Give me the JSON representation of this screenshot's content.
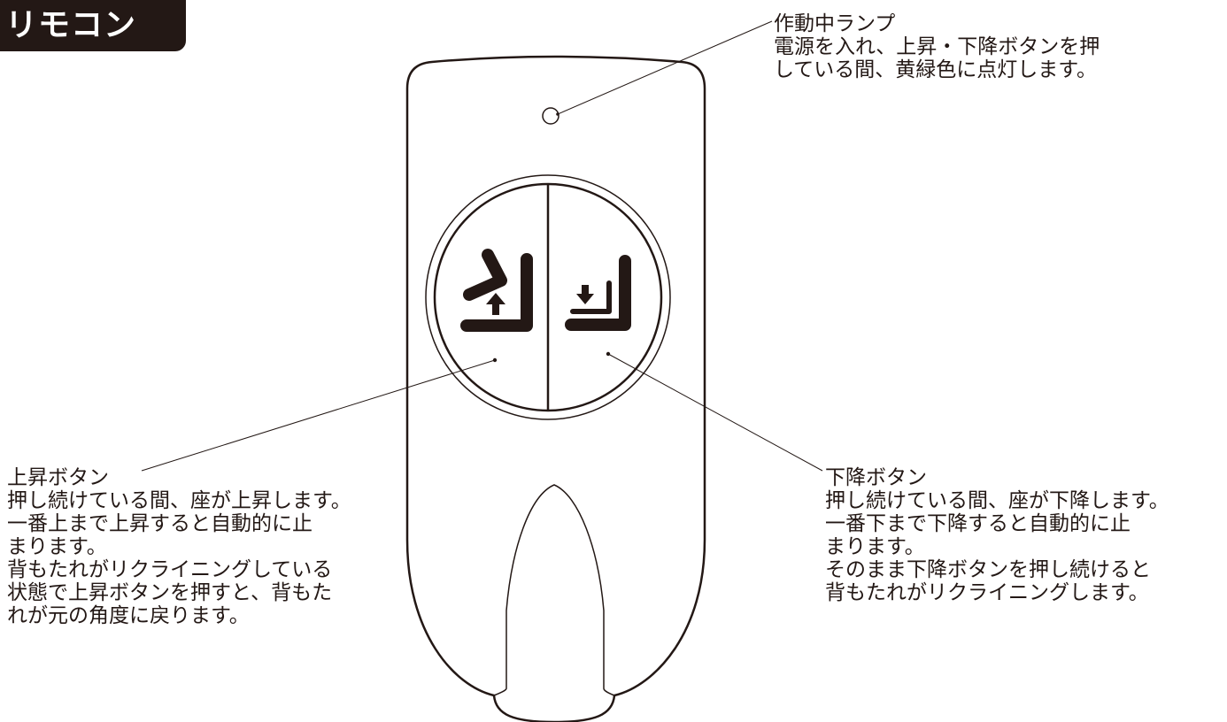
{
  "header": {
    "title": "リモコン",
    "badge_color": "#231815"
  },
  "remote": {
    "body_color": "#ffffff",
    "stroke_color": "#231815",
    "lamp_icon": "indicator-lamp-icon",
    "up_button_icon": "seat-raise-arrow-up-icon",
    "down_button_icon": "seat-lower-arrow-down-icon"
  },
  "callouts": {
    "lamp": {
      "heading": "作動中ランプ",
      "lines": [
        "電源を入れ、上昇・下降ボタンを押",
        "している間、黄緑色に点灯します。"
      ]
    },
    "up_button": {
      "heading": "上昇ボタン",
      "lines": [
        "押し続けている間、座が上昇します。",
        "一番上まで上昇すると自動的に止",
        "まります。",
        "背もたれがリクライニングしている",
        "状態で上昇ボタンを押すと、背もた",
        "れが元の角度に戻ります。"
      ]
    },
    "down_button": {
      "heading": "下降ボタン",
      "lines": [
        "押し続けている間、座が下降します。",
        "一番下まで下降すると自動的に止",
        "まります。",
        "そのまま下降ボタンを押し続けると",
        "背もたれがリクライニングします。"
      ]
    }
  }
}
